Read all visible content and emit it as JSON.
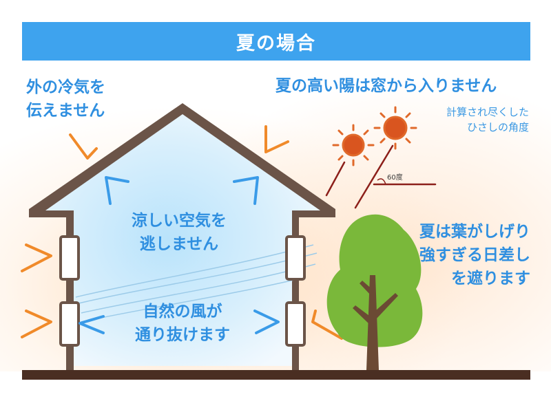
{
  "title": "夏の場合",
  "labels": {
    "outside_cold": [
      "外の冷気を",
      "伝えません"
    ],
    "high_sun": "夏の高い陽は窓から入りません",
    "calculated_eaves": [
      "計算され尽くした",
      "ひさしの角度"
    ],
    "angle": "60度",
    "cool_air": [
      "涼しい空気を",
      "逃しません"
    ],
    "natural_wind": [
      "自然の風が",
      "通り抜けます"
    ],
    "leaves": [
      "夏は葉がしげり",
      "強すぎる日差し",
      "を遮ります"
    ]
  },
  "colors": {
    "banner": "#3ea3ee",
    "label_blue": "#2f8fe0",
    "house_outline": "#6b5448",
    "arrow_orange": "#f08a2a",
    "arrow_blue": "#3a9be8",
    "sun": "#d9551f",
    "tree_green": "#7ab83a",
    "trunk": "#6b4a34",
    "ground": "#4a2e22"
  }
}
